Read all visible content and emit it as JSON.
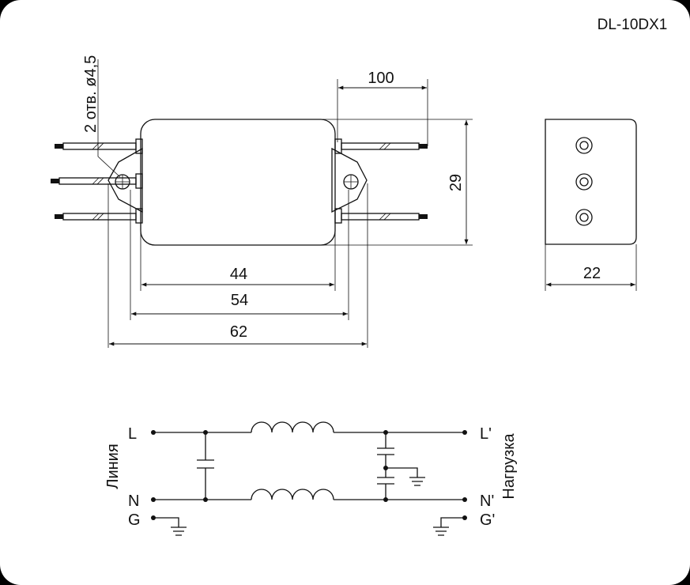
{
  "model": "DL-10DX1",
  "hole_note": "2 отв. ø4,5",
  "dimensions": {
    "d100": "100",
    "d29": "29",
    "d44": "44",
    "d54": "54",
    "d62": "62",
    "d22": "22"
  },
  "schematic": {
    "line_side": {
      "caption": "Линия",
      "L": "L",
      "N": "N",
      "G": "G"
    },
    "load_side": {
      "caption": "Нагрузка",
      "L": "L'",
      "N": "N'",
      "G": "G'"
    }
  }
}
